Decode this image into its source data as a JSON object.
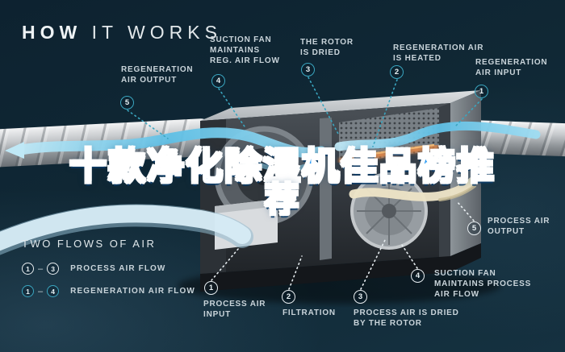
{
  "title": {
    "bold": "HOW",
    "light": " IT WORKS"
  },
  "overlay": {
    "line1": "十款净化除湿机佳品榜推",
    "line2": "荐",
    "color": "#2196f3"
  },
  "callouts": {
    "regeneration": [
      {
        "num": "1",
        "label": "REGENERATION\nAIR INPUT"
      },
      {
        "num": "2",
        "label": "REGENERATION AIR\nIS HEATED"
      },
      {
        "num": "3",
        "label": "THE ROTOR\nIS DRIED"
      },
      {
        "num": "4",
        "label": "SUCTION FAN\nMAINTAINS\nREG. AIR FLOW"
      },
      {
        "num": "5",
        "label": "REGENERATION\nAIR OUTPUT"
      }
    ],
    "process": [
      {
        "num": "1",
        "label": "PROCESS AIR\nINPUT"
      },
      {
        "num": "2",
        "label": "FILTRATION"
      },
      {
        "num": "3",
        "label": "PROCESS AIR IS DRIED\nBY THE ROTOR"
      },
      {
        "num": "4",
        "label": "SUCTION FAN\nMAINTAINS PROCESS\nAIR FLOW"
      },
      {
        "num": "5",
        "label": "PROCESS AIR\nOUTPUT"
      }
    ]
  },
  "legend": {
    "title": "TWO FLOWS OF AIR",
    "rows": [
      {
        "from": "1",
        "dash": "–",
        "to": "3",
        "label": "PROCESS AIR FLOW"
      },
      {
        "from": "1",
        "dash": "–",
        "to": "4",
        "label": "REGENERATION AIR FLOW"
      }
    ]
  },
  "colors": {
    "background": "#102835",
    "regeneration_accent": "#3aa6c0",
    "process_accent": "#e8eef1",
    "overlay_blue": "#2196f3",
    "heater_orange": "#ff8c3a",
    "label_text": "#c9d4da"
  }
}
